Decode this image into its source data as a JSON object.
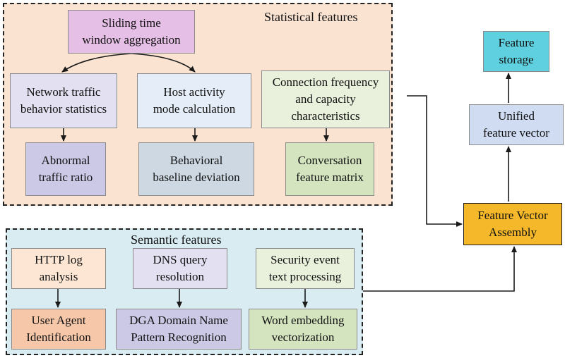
{
  "groups": {
    "statistical": {
      "label": "Statistical features"
    },
    "semantic": {
      "label": "Semantic features"
    }
  },
  "nodes": {
    "sliding": "Sliding time\nwindow aggregation",
    "network": "Network traffic\nbehavior statistics",
    "host": "Host activity\nmode calculation",
    "connection": "Connection frequency\nand capacity\ncharacteristics",
    "abnormal": "Abnormal\ntraffic ratio",
    "baseline": "Behavioral\nbaseline deviation",
    "conversation": "Conversation\nfeature matrix",
    "http": "HTTP log\nanalysis",
    "dns": "DNS query\nresolution",
    "security": "Security event\ntext processing",
    "useragent": "User Agent\nIdentification",
    "dga": "DGA Domain Name\nPattern Recognition",
    "word": "Word embedding\nvectorization",
    "storage": "Feature\nstorage",
    "unified": "Unified\nfeature vector",
    "assembly": "Feature Vector\nAssembly"
  },
  "colors": {
    "statistical_bg": "#fbe3d2",
    "semantic_bg": "#d8ecf2",
    "pink": "#e6bfe6",
    "pale_lavender": "#e2e0f1",
    "pale_blue": "#e5eef8",
    "pale_green": "#e9f0dc",
    "lavender": "#ccc9e6",
    "blue_grey": "#cdd8e3",
    "green": "#d4e4bf",
    "peach": "#fde6d3",
    "salmon": "#f6c8a9",
    "cyan": "#5fd0e0",
    "light_blue": "#cfdcf1",
    "orange": "#f5b82a",
    "line": "#1a1a1a"
  }
}
